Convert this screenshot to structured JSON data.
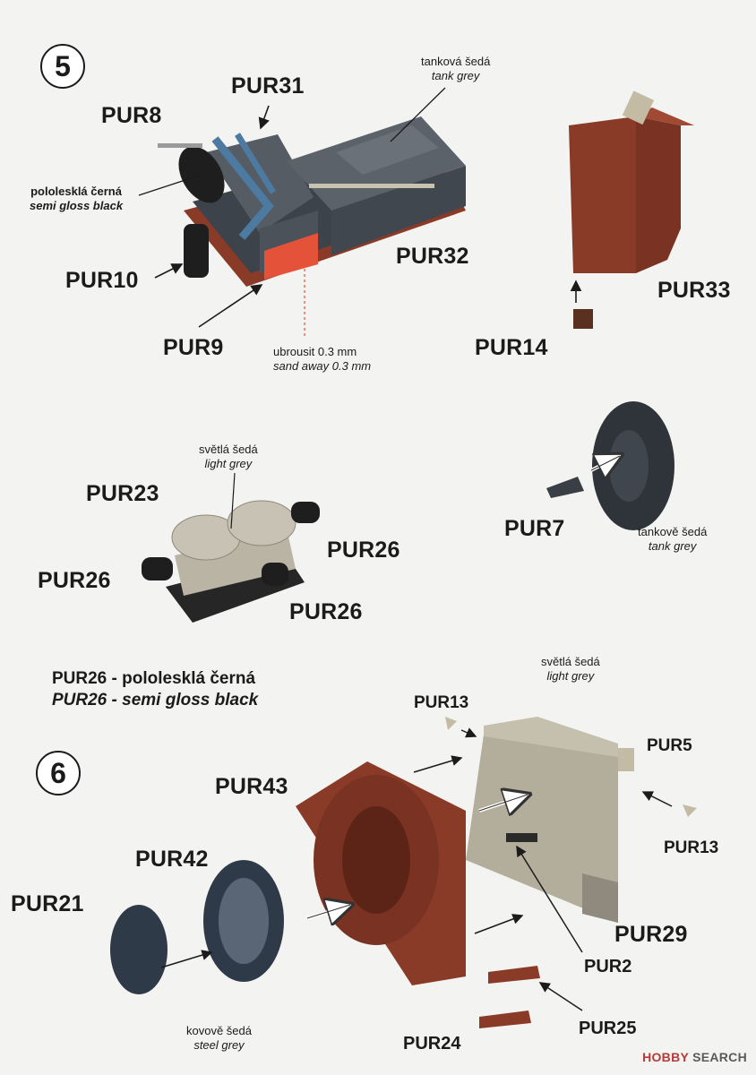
{
  "steps": {
    "step5": "5",
    "step6": "6"
  },
  "parts": {
    "pur31": "PUR31",
    "pur8": "PUR8",
    "pur10": "PUR10",
    "pur9": "PUR9",
    "pur32": "PUR32",
    "pur33": "PUR33",
    "pur14": "PUR14",
    "pur23": "PUR23",
    "pur26_left": "PUR26",
    "pur26_right": "PUR26",
    "pur26_bottom": "PUR26",
    "pur7": "PUR7",
    "pur13_top": "PUR13",
    "pur5": "PUR5",
    "pur13_right": "PUR13",
    "pur43": "PUR43",
    "pur42": "PUR42",
    "pur21": "PUR21",
    "pur29": "PUR29",
    "pur2": "PUR2",
    "pur25": "PUR25",
    "pur24": "PUR24"
  },
  "notes": {
    "tank_grey_cz_1": "tanková šedá",
    "tank_grey_en_1": "tank grey",
    "semi_gloss_cz": "pololesklá černá",
    "semi_gloss_en": "semi gloss black",
    "sand_cz": "ubrousit 0.3 mm",
    "sand_en": "sand away 0.3 mm",
    "light_grey_cz_1": "světlá šedá",
    "light_grey_en_1": "light grey",
    "tank_grey_cz_2": "tankově šedá",
    "tank_grey_en_2": "tank grey",
    "light_grey_cz_2": "světlá šedá",
    "light_grey_en_2": "light grey",
    "steel_grey_cz": "kovově šedá",
    "steel_grey_en": "steel grey"
  },
  "legend": {
    "line1": "PUR26 - pololesklá černá",
    "line2": "PUR26 - semi gloss black"
  },
  "watermark": {
    "brand": "HOBBY",
    "text": "SEARCH"
  },
  "colors": {
    "tank_grey": "#4a5058",
    "light_grey": "#bdb8a8",
    "rust_red": "#8a3b28",
    "orange_highlight": "#e5523a",
    "steel_grey": "#2f3a48",
    "semi_gloss_black": "#1e1e1e"
  }
}
